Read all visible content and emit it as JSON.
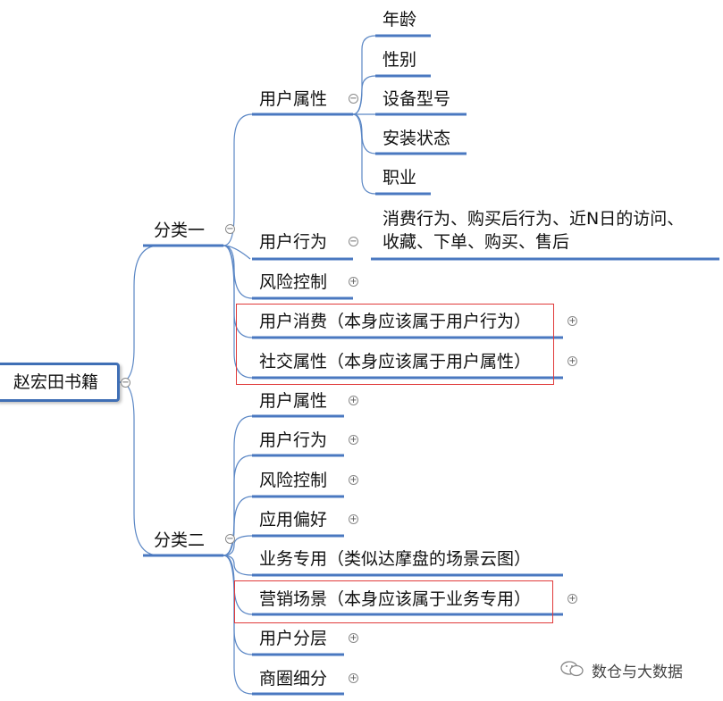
{
  "root": {
    "label": "赵宏田书籍"
  },
  "branches": [
    {
      "label": "分类一",
      "children": [
        {
          "label": "用户属性",
          "children": [
            "年龄",
            "性别",
            "设备型号",
            "安装状态",
            "职业"
          ]
        },
        {
          "label": "用户行为",
          "children_multiline": [
            "消费行为、购买后行为、近N日的访问、",
            "收藏、下单、购买、售后"
          ]
        },
        {
          "label": "风险控制",
          "collapsed": true
        },
        {
          "label": "用户消费（本身应该属于用户行为）",
          "collapsed": true,
          "highlighted": true
        },
        {
          "label": "社交属性（本身应该属于用户属性）",
          "collapsed": true,
          "highlighted": true
        }
      ]
    },
    {
      "label": "分类二",
      "children": [
        {
          "label": "用户属性",
          "collapsed": true
        },
        {
          "label": "用户行为",
          "collapsed": true
        },
        {
          "label": "风险控制",
          "collapsed": true
        },
        {
          "label": "应用偏好",
          "collapsed": true
        },
        {
          "label": "业务专用（类似达摩盘的场景云图）"
        },
        {
          "label": "营销场景（本身应该属于业务专用）",
          "collapsed": true,
          "highlighted": true
        },
        {
          "label": "用户分层",
          "collapsed": true
        },
        {
          "label": "商圈细分",
          "collapsed": true
        }
      ]
    }
  ],
  "watermark": {
    "text": "数仓与大数据",
    "icon": "wechat-icon"
  },
  "colors": {
    "line": "#5b87c5",
    "underline": "#4a78c0",
    "highlight": "#e03a3a"
  }
}
